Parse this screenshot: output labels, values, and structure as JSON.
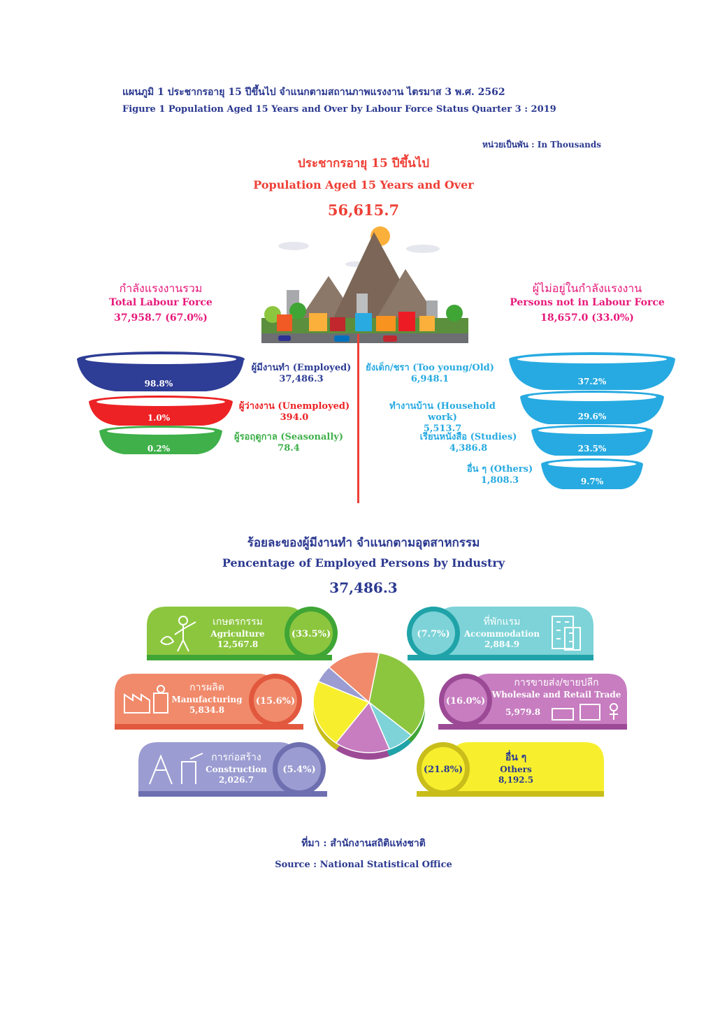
{
  "header": {
    "title_th": "แผนภูมิ 1 ประชากรอายุ 15 ปีขึ้นไป จำแนกตามสถานภาพแรงงาน ไตรมาส 3 พ.ศ. 2562",
    "title_en": "Figure   1 Population Aged 15 Years and Over by Labour Force Status Quarter 3 : 2019",
    "unit": "หน่วยเป็นพัน : In Thousands"
  },
  "population": {
    "label_th": "ประชากรอายุ 15 ปีขึ้นไป",
    "label_en": "Population Aged 15 Years and Over",
    "total": "56,615.7"
  },
  "labour_force": {
    "label_th": "กำลังแรงงานรวม",
    "label_en": "Total Labour Force",
    "value": "37,958.7 (67.0%)",
    "items": [
      {
        "label": "ผู้มีงานทำ (Employed)",
        "value": "37,486.3",
        "pct": "98.8%",
        "color": "#2e3d95"
      },
      {
        "label": "ผู้ว่างงาน (Unemployed)",
        "value": "394.0",
        "pct": "1.0%",
        "color": "#ed2224"
      },
      {
        "label": "ผู้รอฤดูกาล (Seasonally)",
        "value": "78.4",
        "pct": "0.2%",
        "color": "#3fb04a"
      }
    ]
  },
  "not_labour_force": {
    "label_th": "ผู้ไม่อยู่ในกำลังแรงงาน",
    "label_en": "Persons not in Labour Force",
    "value": "18,657.0 (33.0%)",
    "items": [
      {
        "label": "ยังเด็ก/ชรา (Too young/Old)",
        "value": "6,948.1",
        "pct": "37.2%"
      },
      {
        "label": "ทำงานบ้าน (Household work)",
        "value": "5,513.7",
        "pct": "29.6%"
      },
      {
        "label": "เรียนหนังสือ (Studies)",
        "value": "4,386.8",
        "pct": "23.5%"
      },
      {
        "label": "อื่น ๆ (Others)",
        "value": "1,808.3",
        "pct": "9.7%"
      }
    ]
  },
  "industry": {
    "label_th": "ร้อยละของผู้มีงานทำ จำแนกตามอุตสาหกรรม",
    "label_en": "Pencentage of Employed Persons by Industry",
    "total": "37,486.3"
  },
  "chart_data": {
    "type": "pie",
    "title": "Pencentage of Employed Persons by Industry",
    "categories": [
      "Agriculture",
      "Accommodation",
      "Wholesale and Retail Trade",
      "Others",
      "Construction",
      "Manufacturing"
    ],
    "values": [
      33.5,
      7.7,
      16.0,
      21.8,
      5.4,
      15.6
    ],
    "series": [
      {
        "th": "เกษตรกรรม",
        "en": "Agriculture",
        "value": "12,567.8",
        "pct": "(33.5%)",
        "pct_num": 33.5,
        "color": "#8cc63f",
        "dark": "#3fa535"
      },
      {
        "th": "ที่พักแรม",
        "en": "Accommodation",
        "value": "2,884.9",
        "pct": "(7.7%)",
        "pct_num": 7.7,
        "color": "#7dd3d8",
        "dark": "#1fa3a8"
      },
      {
        "th": "การขายส่ง/ขายปลีก",
        "en": "Wholesale and Retail Trade",
        "value": "5,979.8",
        "pct": "(16.0%)",
        "pct_num": 16.0,
        "color": "#c77dc0",
        "dark": "#9c4a96"
      },
      {
        "th": "อื่น ๆ",
        "en": "Others",
        "value": "8,192.5",
        "pct": "(21.8%)",
        "pct_num": 21.8,
        "color": "#f7ef2e",
        "dark": "#c8bd1a"
      },
      {
        "th": "การก่อสร้าง",
        "en": "Construction",
        "value": "2,026.7",
        "pct": "(5.4%)",
        "pct_num": 5.4,
        "color": "#9b9cd1",
        "dark": "#6d6fb0"
      },
      {
        "th": "การผลิต",
        "en": "Manufacturing",
        "value": "5,834.8",
        "pct": "(15.6%)",
        "pct_num": 15.6,
        "color": "#f08a6b",
        "dark": "#e2583e"
      }
    ]
  },
  "source": {
    "th": "ที่มา : สำนักงานสถิติแห่งชาติ",
    "en": "Source : National Statistical Office"
  }
}
